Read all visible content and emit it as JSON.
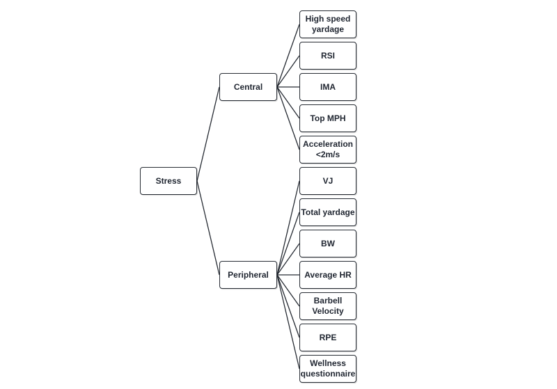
{
  "root": {
    "label": "Stress"
  },
  "branches": [
    {
      "label": "Central",
      "leaves": [
        {
          "label": "High speed\nyardage"
        },
        {
          "label": "RSI"
        },
        {
          "label": "IMA"
        },
        {
          "label": "Top MPH"
        },
        {
          "label": "Acceleration\n<2m/s"
        }
      ]
    },
    {
      "label": "Peripheral",
      "leaves": [
        {
          "label": "VJ"
        },
        {
          "label": "Total yardage"
        },
        {
          "label": "BW"
        },
        {
          "label": "Average HR"
        },
        {
          "label": "Barbell\nVelocity"
        },
        {
          "label": "RPE"
        },
        {
          "label": "Wellness\nquestionnaire"
        }
      ]
    }
  ]
}
